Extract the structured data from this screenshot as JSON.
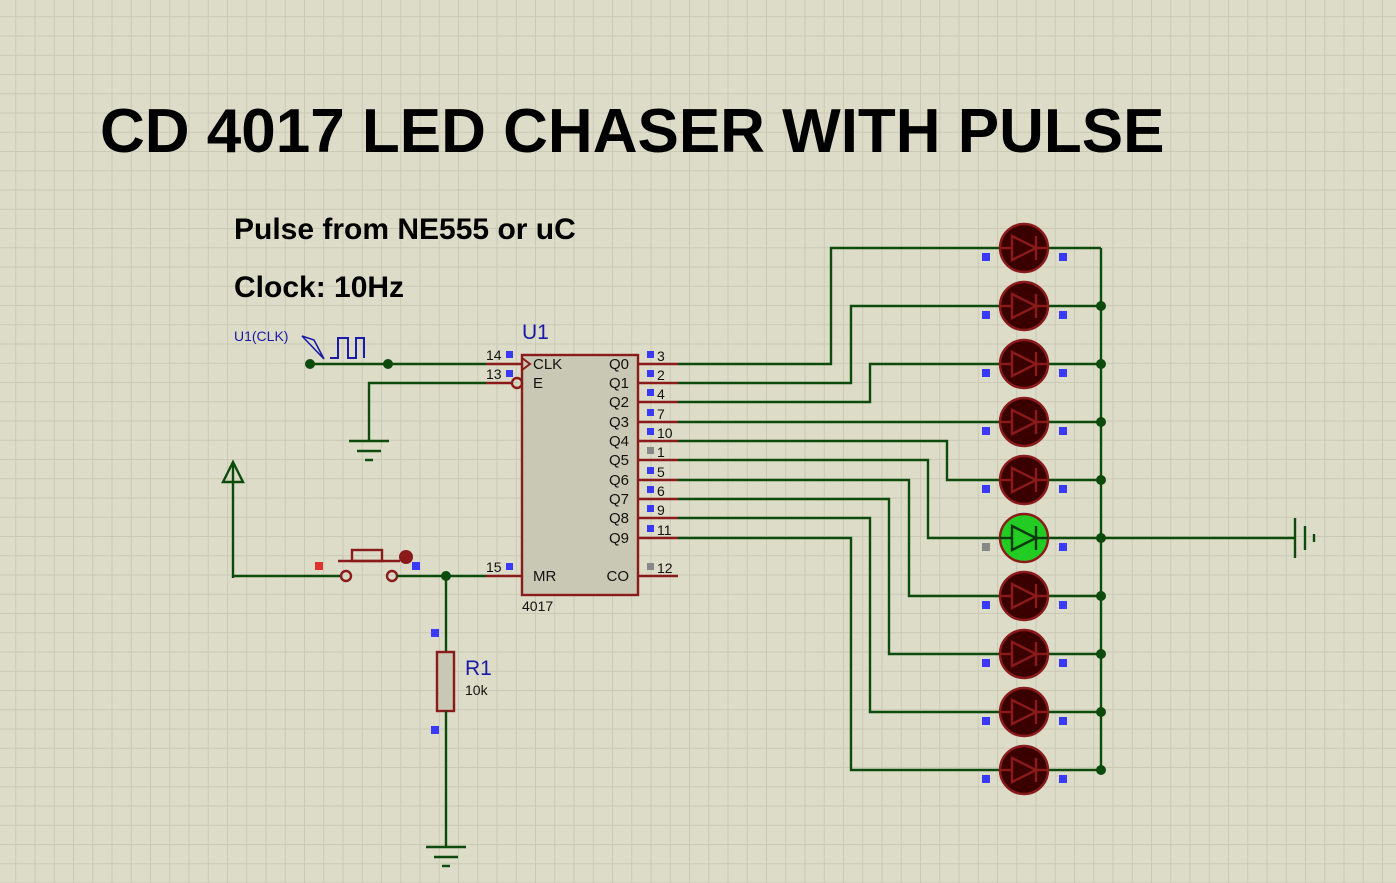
{
  "title": "CD 4017 LED CHASER WITH PULSE",
  "notes": [
    "Pulse from NE555 or uC",
    "Clock: 10Hz"
  ],
  "ic": {
    "ref": "U1",
    "part": "4017",
    "pins": [
      {
        "name": "CLK",
        "num": "14"
      },
      {
        "name": "E",
        "num": "13"
      },
      {
        "name": "MR",
        "num": "15"
      },
      {
        "name": "Q0",
        "num": "3"
      },
      {
        "name": "Q1",
        "num": "2"
      },
      {
        "name": "Q2",
        "num": "4"
      },
      {
        "name": "Q3",
        "num": "7"
      },
      {
        "name": "Q4",
        "num": "10"
      },
      {
        "name": "Q5",
        "num": "1"
      },
      {
        "name": "Q6",
        "num": "5"
      },
      {
        "name": "Q7",
        "num": "6"
      },
      {
        "name": "Q8",
        "num": "9"
      },
      {
        "name": "Q9",
        "num": "11"
      },
      {
        "name": "CO",
        "num": "12"
      }
    ]
  },
  "generator": {
    "label": "U1(CLK)"
  },
  "resistor": {
    "ref": "R1",
    "value": "10k"
  },
  "leds": {
    "count": 10,
    "active_index": 5
  },
  "colors": {
    "wire": "#0d4b0d",
    "pin": "#8b1a1a",
    "ic_fill": "#c8c8b4",
    "led_off": "#3a0000",
    "led_on": "#22cc22",
    "pin_marker": "#3a3aff",
    "ref_text": "#1a1aa8"
  }
}
